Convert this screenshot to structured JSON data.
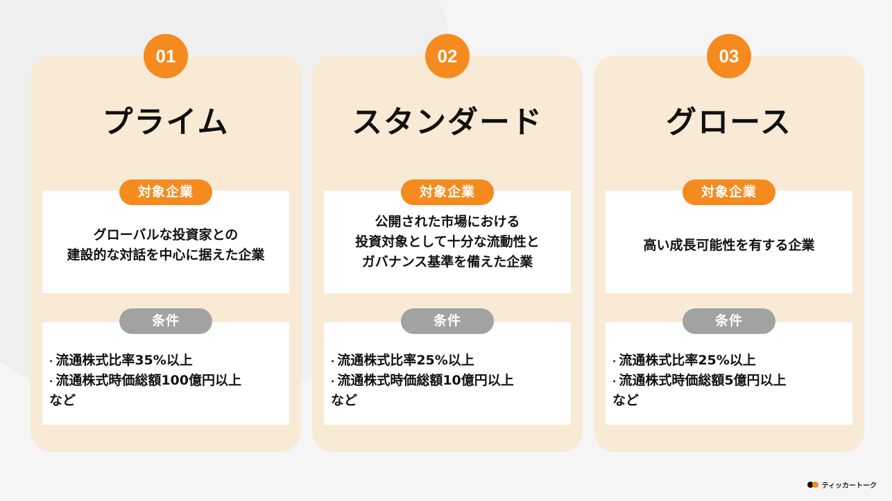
{
  "cards": [
    {
      "number": "01",
      "title": "プライム",
      "target_label": "対象企業",
      "target_text": "グローバルな投資家との\n建設的な対話を中心に据えた企業",
      "condition_label": "条件",
      "conditions": [
        "流通株式比率35%以上",
        "流通株式時価総額100億円以上"
      ],
      "conditions_suffix": "など"
    },
    {
      "number": "02",
      "title": "スタンダード",
      "target_label": "対象企業",
      "target_text": "公開された市場における\n投資対象として十分な流動性と\nガバナンス基準を備えた企業",
      "condition_label": "条件",
      "conditions": [
        "流通株式比率25%以上",
        "流通株式時価総額10億円以上"
      ],
      "conditions_suffix": "など"
    },
    {
      "number": "03",
      "title": "グロース",
      "target_label": "対象企業",
      "target_text": "高い成長可能性を有する企業",
      "condition_label": "条件",
      "conditions": [
        "流通株式比率25%以上",
        "流通株式時価総額5億円以上"
      ],
      "conditions_suffix": "など"
    }
  ],
  "bullet": "·",
  "brand": {
    "name": "ティッカートーク",
    "logo_icon": "two-circles-logo"
  },
  "colors": {
    "accent": "#f58a1f",
    "card_bg": "#f8ead5",
    "pill_gray": "#a2a2a2",
    "page_bg": "#f5f5f5"
  }
}
